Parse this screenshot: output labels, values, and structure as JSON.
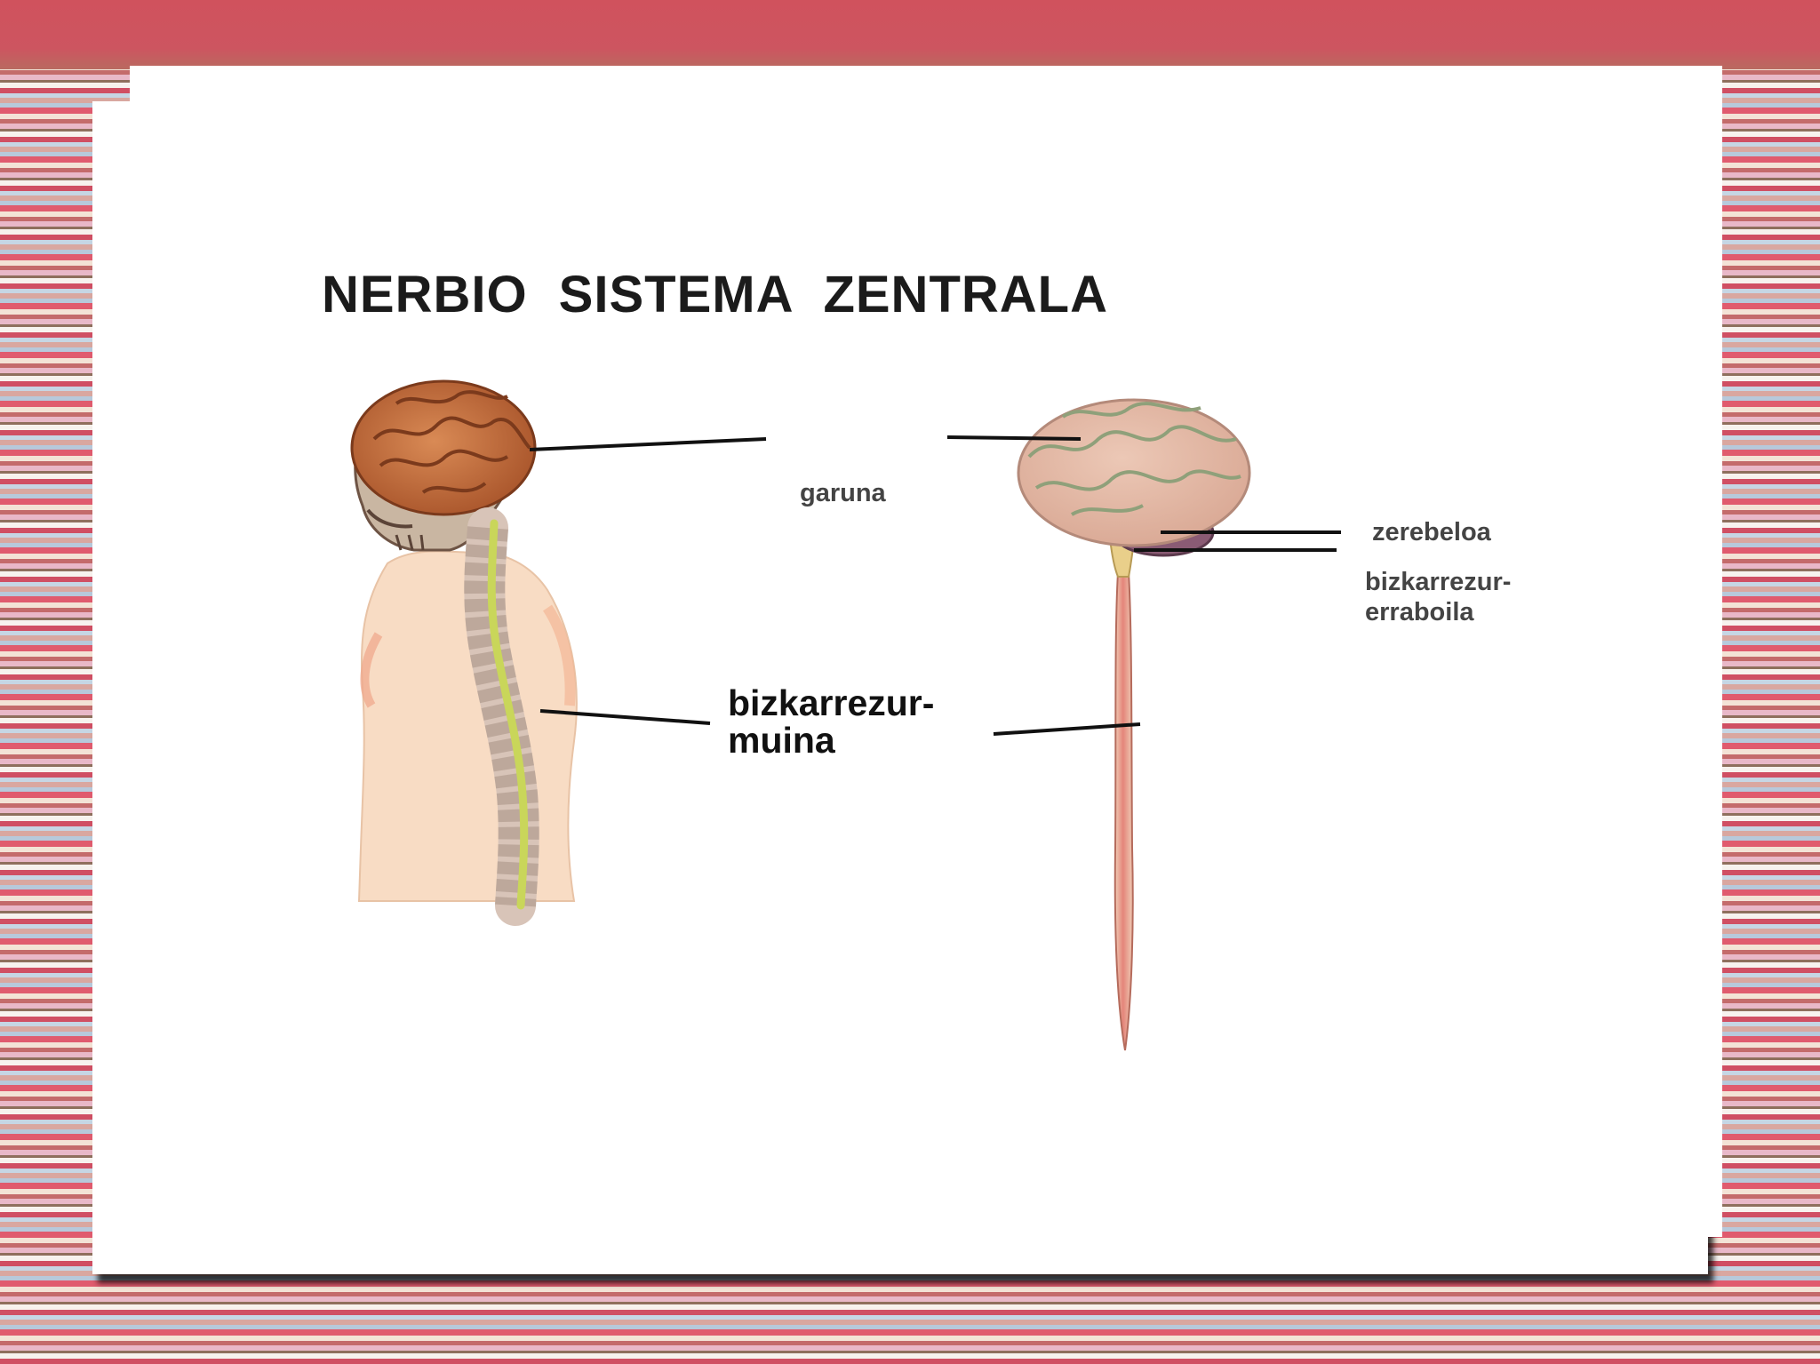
{
  "title": "NERBIO  SISTEMA  ZENTRALA",
  "labels": {
    "brain": "garuna",
    "cerebellum": "zerebeloa",
    "medulla_line1": "bizkarrezur-",
    "medulla_line2": "erraboila",
    "spinal_line1": "bizkarrezur-",
    "spinal_line2": "muina"
  },
  "colors": {
    "header_band": "#d0525d",
    "title_text": "#1b1b1b",
    "brain_left": "#c8703f",
    "brain_right": "#e2b9a7",
    "cerebellum": "#8a5b74",
    "spinal_cord": "#e58a7d",
    "spine_nerve": "#c9d65a",
    "skin": "#f8dcc4"
  }
}
